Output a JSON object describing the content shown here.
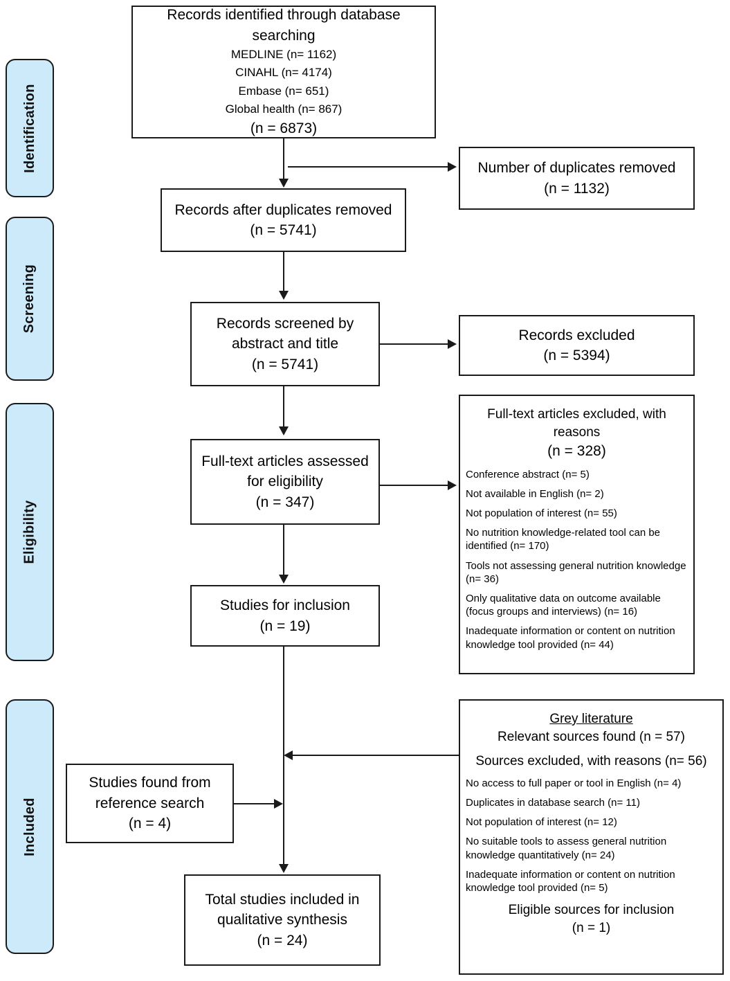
{
  "phases": [
    {
      "label": "Identification"
    },
    {
      "label": "Screening"
    },
    {
      "label": "Eligibility"
    },
    {
      "label": "Included"
    }
  ],
  "boxes": {
    "identified": {
      "title": "Records identified through database searching",
      "sources": [
        "MEDLINE (n= 1162)",
        "CINAHL (n= 4174)",
        "Embase (n= 651)",
        "Global health (n= 867)"
      ],
      "total": "(n = 6873)"
    },
    "duplicates_removed": {
      "title": "Number of duplicates removed",
      "count": "(n = 1132)"
    },
    "after_duplicates": {
      "title": "Records after duplicates removed",
      "count": "(n = 5741)"
    },
    "screened": {
      "title_line1": "Records screened by",
      "title_line2": "abstract and title",
      "count": "(n = 5741)"
    },
    "records_excluded": {
      "title": "Records excluded",
      "count": "(n = 5394)"
    },
    "fulltext_assessed": {
      "title_line1": "Full-text articles assessed",
      "title_line2": "for eligibility",
      "count": "(n = 347)"
    },
    "fulltext_excluded": {
      "title_line1": "Full-text articles excluded, with",
      "title_line2": "reasons",
      "count": "(n = 328)",
      "reasons": [
        "Conference abstract (n= 5)",
        "Not available in English (n= 2)",
        "Not population of interest (n= 55)",
        "No nutrition knowledge-related tool can be identified (n= 170)",
        "Tools not assessing general nutrition knowledge (n= 36)",
        "Only qualitative data on outcome available (focus groups and interviews) (n= 16)",
        "Inadequate information or content on nutrition knowledge tool provided (n= 44)"
      ]
    },
    "studies_for_inclusion": {
      "title": "Studies for inclusion",
      "count": "(n = 19)"
    },
    "grey_literature": {
      "heading": "Grey literature",
      "relevant_found": "Relevant sources found (n = 57)",
      "excluded_title": "Sources excluded, with reasons (n= 56)",
      "reasons": [
        "No access to full paper or tool in English (n= 4)",
        "Duplicates in database search (n= 11)",
        "Not population of interest (n= 12)",
        "No suitable tools to assess general nutrition knowledge quantitatively (n= 24)",
        "Inadequate information or content on nutrition knowledge tool provided (n= 5)"
      ],
      "eligible_title": "Eligible sources for inclusion",
      "eligible_count": "(n = 1)"
    },
    "reference_search": {
      "title_line1": "Studies found from",
      "title_line2": "reference search",
      "count": "(n = 4)"
    },
    "total_included": {
      "title_line1": "Total studies included in",
      "title_line2": "qualitative synthesis",
      "count": "(n = 24)"
    }
  },
  "colors": {
    "phase_fill": "#cdeafb",
    "stroke": "#1a1a1a",
    "box_fill": "#ffffff"
  }
}
